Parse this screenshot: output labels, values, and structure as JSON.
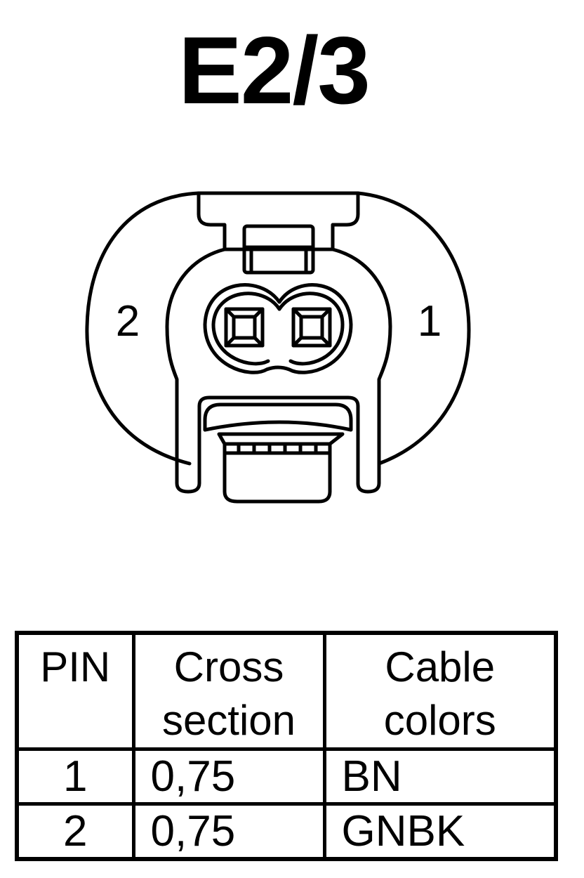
{
  "diagram": {
    "title": "E2/3",
    "pin_labels": {
      "left": "2",
      "right": "1"
    }
  },
  "table": {
    "headers": {
      "pin": "PIN",
      "cross_section": [
        "Cross",
        "section"
      ],
      "cable_colors": [
        "Cable",
        "colors"
      ]
    },
    "rows": [
      {
        "pin": "1",
        "cross_section": "0,75",
        "cable_color": "BN"
      },
      {
        "pin": "2",
        "cross_section": "0,75",
        "cable_color": "GNBK"
      }
    ]
  }
}
